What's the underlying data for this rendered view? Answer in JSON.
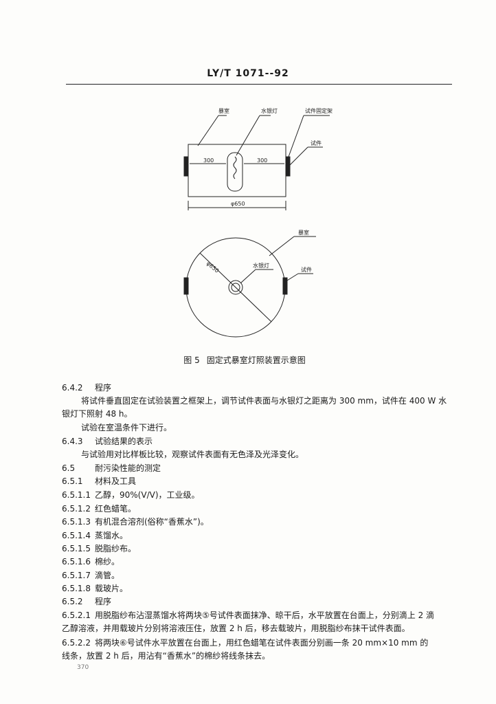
{
  "header": {
    "standard_code": "LY/T 1071--92"
  },
  "figure": {
    "labels": {
      "chamber": "暴室",
      "lamp": "水银灯",
      "fixture": "试件固定架",
      "specimen": "试件",
      "dim_left": "300",
      "dim_right": "300",
      "diameter": "φ650",
      "diameter_plan": "φ650",
      "chamber_plan": "暴室",
      "lamp_plan": "水银灯",
      "specimen_plan": "试件"
    },
    "caption_number": "图 5",
    "caption_text": "固定式暴室灯照装置示意图"
  },
  "body_lines": [
    {
      "num": "6.4.2",
      "text": "程序"
    },
    {
      "num": "",
      "text": "将试件垂直固定在试验装置之框架上，调节试件表面与水银灯之距离为 300 mm，试件在 400 W 水"
    },
    {
      "num": "",
      "text": "银灯下照射 48 h。"
    },
    {
      "num": "",
      "text": "试验在室温条件下进行。"
    },
    {
      "num": "6.4.3",
      "text": "试验结果的表示"
    },
    {
      "num": "",
      "text": "与试验用对比样板比较，观察试件表面有无色泽及光泽变化。"
    },
    {
      "num": "6.5",
      "text": "耐污染性能的测定"
    },
    {
      "num": "6.5.1",
      "text": "材料及工具"
    },
    {
      "num": "6.5.1.1",
      "text": "乙醇，90%(V/V)，工业级。"
    },
    {
      "num": "6.5.1.2",
      "text": "红色蜡笔。"
    },
    {
      "num": "6.5.1.3",
      "text": "有机混合溶剂(俗称“香蕉水”)。"
    },
    {
      "num": "6.5.1.4",
      "text": "蒸馏水。"
    },
    {
      "num": "6.5.1.5",
      "text": "脱脂纱布。"
    },
    {
      "num": "6.5.1.6",
      "text": "棉纱。"
    },
    {
      "num": "6.5.1.7",
      "text": "滴管。"
    },
    {
      "num": "6.5.1.8",
      "text": "载玻片。"
    },
    {
      "num": "6.5.2",
      "text": "程序"
    },
    {
      "num": "6.5.2.1",
      "text": "用脱脂纱布沾湿蒸馏水将两块⑤号试件表面抹净、晾干后，水平放置在台面上，分别滴上 2 滴"
    },
    {
      "num": "",
      "text": "乙醇溶液，并用载玻片分别将溶液压住，放置 2 h 后，移去载玻片，用脱脂纱布抹干试件表面。"
    },
    {
      "num": "6.5.2.2",
      "text": "将两块⑥号试件水平放置在台面上，用红色蜡笔在试件表面分别画一条 20 mm×10 mm 的"
    },
    {
      "num": "",
      "text": "线条，放置 2 h 后，用沾有“香蕉水”的棉纱将线条抹去。"
    }
  ],
  "footer": {
    "page": "370"
  }
}
